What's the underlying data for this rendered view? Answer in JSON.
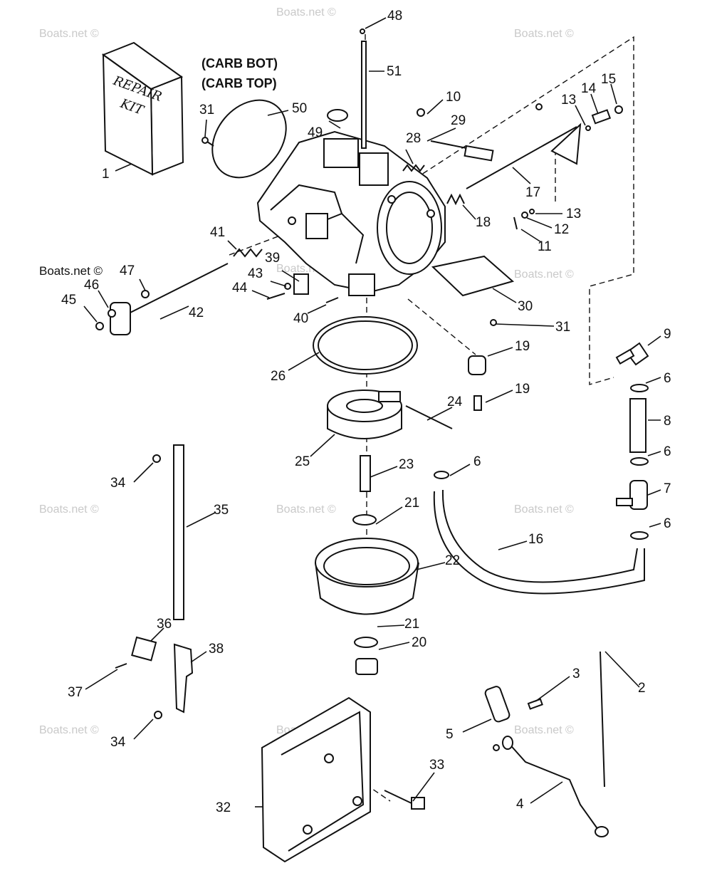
{
  "header": {
    "carb_bot": "(CARB BOT)",
    "carb_top": "(CARB TOP)"
  },
  "kit": {
    "line1": "REPAIR",
    "line2": "KIT"
  },
  "watermark": "Boats.net ©",
  "part_numbers": [
    "1",
    "2",
    "3",
    "4",
    "5",
    "6",
    "7",
    "8",
    "9",
    "10",
    "11",
    "12",
    "13",
    "14",
    "15",
    "16",
    "17",
    "18",
    "19",
    "20",
    "21",
    "22",
    "23",
    "24",
    "25",
    "26",
    "28",
    "29",
    "30",
    "31",
    "32",
    "33",
    "34",
    "35",
    "36",
    "37",
    "38",
    "39",
    "40",
    "41",
    "42",
    "43",
    "44",
    "45",
    "46",
    "47",
    "48",
    "49",
    "50",
    "51"
  ],
  "labels": [
    {
      "name": "label-1",
      "text": "1"
    },
    {
      "name": "label-2",
      "text": "2"
    },
    {
      "name": "label-3",
      "text": "3"
    },
    {
      "name": "label-4",
      "text": "4"
    },
    {
      "name": "label-5",
      "text": "5"
    },
    {
      "name": "label-6-a",
      "text": "6"
    },
    {
      "name": "label-6-b",
      "text": "6"
    },
    {
      "name": "label-6-c",
      "text": "6"
    },
    {
      "name": "label-6-d",
      "text": "6"
    },
    {
      "name": "label-7",
      "text": "7"
    },
    {
      "name": "label-8",
      "text": "8"
    },
    {
      "name": "label-9",
      "text": "9"
    },
    {
      "name": "label-10",
      "text": "10"
    },
    {
      "name": "label-11",
      "text": "11"
    },
    {
      "name": "label-12",
      "text": "12"
    },
    {
      "name": "label-13-a",
      "text": "13"
    },
    {
      "name": "label-13-b",
      "text": "13"
    },
    {
      "name": "label-14",
      "text": "14"
    },
    {
      "name": "label-15",
      "text": "15"
    },
    {
      "name": "label-16",
      "text": "16"
    },
    {
      "name": "label-17",
      "text": "17"
    },
    {
      "name": "label-18",
      "text": "18"
    },
    {
      "name": "label-19-a",
      "text": "19"
    },
    {
      "name": "label-19-b",
      "text": "19"
    },
    {
      "name": "label-20",
      "text": "20"
    },
    {
      "name": "label-21-a",
      "text": "21"
    },
    {
      "name": "label-21-b",
      "text": "21"
    },
    {
      "name": "label-22",
      "text": "22"
    },
    {
      "name": "label-23",
      "text": "23"
    },
    {
      "name": "label-24",
      "text": "24"
    },
    {
      "name": "label-25",
      "text": "25"
    },
    {
      "name": "label-26",
      "text": "26"
    },
    {
      "name": "label-28",
      "text": "28"
    },
    {
      "name": "label-29",
      "text": "29"
    },
    {
      "name": "label-30",
      "text": "30"
    },
    {
      "name": "label-31-a",
      "text": "31"
    },
    {
      "name": "label-31-b",
      "text": "31"
    },
    {
      "name": "label-32",
      "text": "32"
    },
    {
      "name": "label-33",
      "text": "33"
    },
    {
      "name": "label-34-a",
      "text": "34"
    },
    {
      "name": "label-34-b",
      "text": "34"
    },
    {
      "name": "label-35",
      "text": "35"
    },
    {
      "name": "label-36",
      "text": "36"
    },
    {
      "name": "label-37",
      "text": "37"
    },
    {
      "name": "label-38",
      "text": "38"
    },
    {
      "name": "label-39",
      "text": "39"
    },
    {
      "name": "label-40",
      "text": "40"
    },
    {
      "name": "label-41",
      "text": "41"
    },
    {
      "name": "label-42",
      "text": "42"
    },
    {
      "name": "label-43",
      "text": "43"
    },
    {
      "name": "label-44",
      "text": "44"
    },
    {
      "name": "label-45",
      "text": "45"
    },
    {
      "name": "label-46",
      "text": "46"
    },
    {
      "name": "label-47",
      "text": "47"
    },
    {
      "name": "label-48",
      "text": "48"
    },
    {
      "name": "label-49",
      "text": "49"
    },
    {
      "name": "label-50",
      "text": "50"
    },
    {
      "name": "label-51",
      "text": "51"
    }
  ]
}
